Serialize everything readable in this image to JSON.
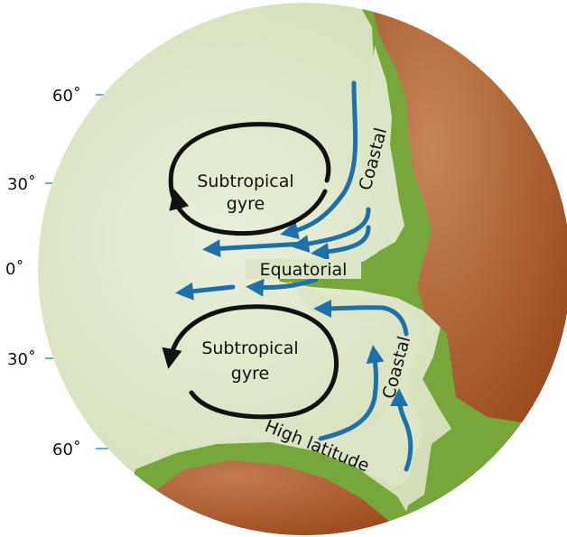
{
  "diagram": {
    "latitude_labels": {
      "n60": "60˚",
      "n30": "30˚",
      "eq": "0˚",
      "s30": "30˚",
      "s60": "60˚"
    },
    "gyres": {
      "north": {
        "line1": "Subtropical",
        "line2": "gyre"
      },
      "south": {
        "line1": "Subtropical",
        "line2": "gyre"
      }
    },
    "currents": {
      "coastal_north": "Coastal",
      "coastal_south": "Coastal",
      "equatorial": "Equatorial",
      "high_latitude": "High latitude"
    },
    "colors": {
      "ocean": "#dce6c6",
      "land_green": "#77a63a",
      "land_brown": "#a8582a",
      "land_brown_light": "#c27a4f",
      "current_arrow": "#1f6fa8",
      "gyre_arrow": "#111111",
      "latitude_line": "#1f78b4"
    }
  }
}
